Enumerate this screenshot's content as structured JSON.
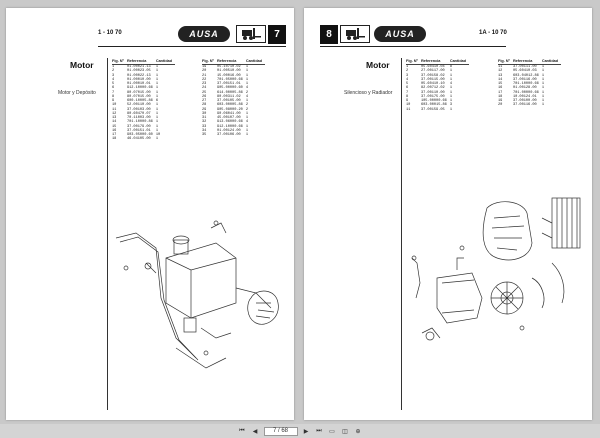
{
  "left_page": {
    "code": "1 - 10 70",
    "number": "7",
    "logo": "AUSA",
    "title": "Motor",
    "subtitle": "Motor y Depósito",
    "headers": [
      "Fig. Nº",
      "Referencia",
      "Cantidad"
    ],
    "table_a": [
      [
        "1",
        "01.00021.13",
        "1"
      ],
      [
        "2",
        "01.00023.05",
        "1"
      ],
      [
        "3",
        "01.00022.13",
        "1"
      ],
      [
        "4",
        "01.00010.00",
        "1"
      ],
      [
        "5",
        "01.00010.01",
        "1"
      ],
      [
        "6",
        "912.10000.66",
        "1"
      ],
      [
        "7",
        "80.07015.00",
        "1"
      ],
      [
        "8",
        "80.07015.00",
        "1"
      ],
      [
        "9",
        "600.10005.86",
        "6"
      ],
      [
        "10",
        "52.00110.00",
        "1"
      ],
      [
        "11",
        "37.00103.00",
        "1"
      ],
      [
        "12",
        "80.60470.07",
        "1"
      ],
      [
        "13",
        "70.11003.00",
        "1"
      ],
      [
        "14",
        "701.10000.86",
        "1"
      ],
      [
        "15",
        "37.00179.00",
        "1"
      ],
      [
        "16",
        "37.00151.01",
        "1"
      ],
      [
        "17",
        "903.05000.60",
        "10"
      ],
      [
        "18",
        "46.04105.00",
        "1"
      ]
    ],
    "table_b": [
      [
        "19",
        "05.10710.02",
        "1"
      ],
      [
        "20",
        "01.00510.00",
        "1"
      ],
      [
        "21",
        "15.00016.00",
        "1"
      ],
      [
        "22",
        "701.05000.66",
        "1"
      ],
      [
        "23",
        "37.00151.01",
        "1"
      ],
      [
        "24",
        "905.00000.60",
        "4"
      ],
      [
        "25",
        "614.00005.86",
        "2"
      ],
      [
        "26",
        "80.00311.02",
        "4"
      ],
      [
        "27",
        "37.00105.00",
        "1"
      ],
      [
        "28",
        "603.00005.86",
        "2"
      ],
      [
        "29",
        "905.08000.20",
        "2"
      ],
      [
        "30",
        "90.06041.00",
        "1"
      ],
      [
        "31",
        "45.00107.00",
        "1"
      ],
      [
        "32",
        "913.06000.66",
        "4"
      ],
      [
        "33",
        "912.10000.66",
        "1"
      ],
      [
        "34",
        "01.00124.00",
        "1"
      ],
      [
        "35",
        "37.00106.00",
        "1"
      ]
    ]
  },
  "right_page": {
    "code": "1A - 10 70",
    "number": "8",
    "logo": "AUSA",
    "title": "Motor",
    "subtitle": "Silencioso y Radiador",
    "headers": [
      "Fig. Nº",
      "Referencia",
      "Cantidad"
    ],
    "table_a": [
      [
        "1",
        "05.60410.04",
        "8"
      ],
      [
        "2",
        "27.00117.00",
        "1"
      ],
      [
        "3",
        "37.00158.02",
        "1"
      ],
      [
        "4",
        "37.00115.00",
        "1"
      ],
      [
        "5",
        "05.60410.10",
        "4"
      ],
      [
        "6",
        "82.00712.02",
        "1"
      ],
      [
        "7",
        "37.00110.00",
        "1"
      ],
      [
        "8",
        "37.00175.00",
        "1"
      ],
      [
        "9",
        "105.00000.66",
        "1"
      ],
      [
        "10",
        "603.00015.86",
        "3"
      ],
      [
        "11",
        "37.00159.05",
        "1"
      ]
    ],
    "table_b": [
      [
        "11",
        "37.00111.00",
        "1"
      ],
      [
        "12",
        "05.60410.03",
        "1"
      ],
      [
        "13",
        "603.04012.86",
        "1"
      ],
      [
        "14",
        "37.00116.00",
        "1"
      ],
      [
        "15",
        "701.10000.66",
        "1"
      ],
      [
        "16",
        "01.00128.00",
        "1"
      ],
      [
        "17",
        "701.00000.66",
        "1"
      ],
      [
        "18",
        "10.00124.01",
        "1"
      ],
      [
        "19",
        "37.00100.00",
        "1"
      ],
      [
        "20",
        "37.00116.00",
        "1"
      ]
    ]
  },
  "toolbar": {
    "page_indicator": "7 / 68"
  }
}
